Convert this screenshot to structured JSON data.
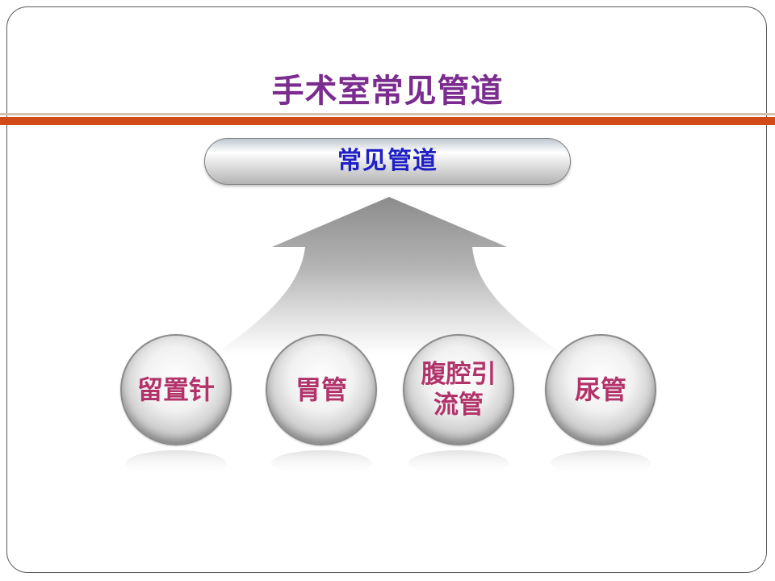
{
  "slide": {
    "title": "手术室常见管道"
  },
  "diagram": {
    "root_label": "常见管道",
    "branches": [
      {
        "label": "留置针"
      },
      {
        "label": "胃管"
      },
      {
        "label": "腹腔引\n流管"
      },
      {
        "label": "尿管"
      }
    ]
  },
  "colors": {
    "title": "#7b2c8f",
    "root_text": "#1f1fc6",
    "branch_text": "#b2336a",
    "accent_rule": "#d04a1a"
  }
}
